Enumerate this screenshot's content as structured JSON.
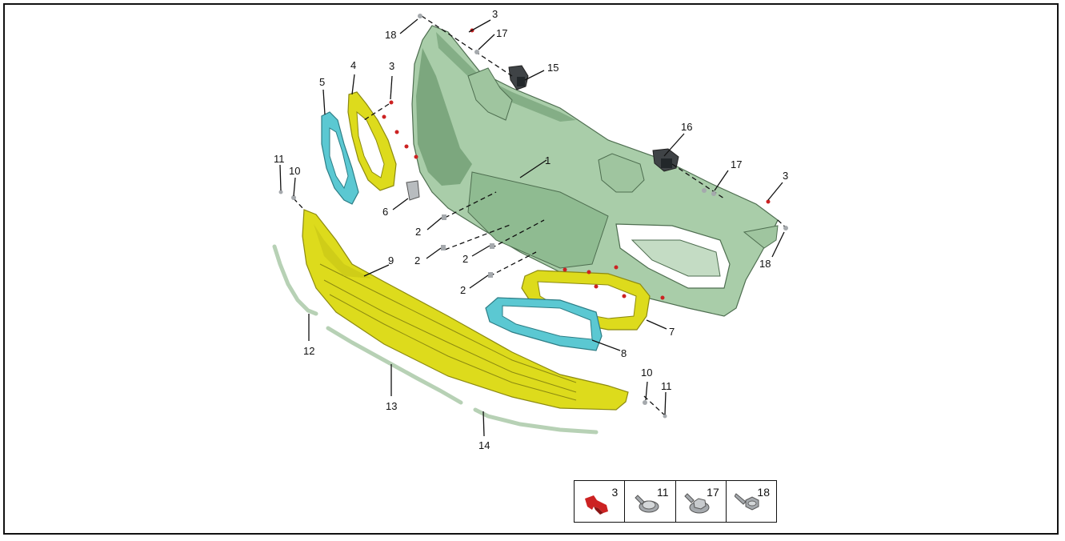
{
  "colors": {
    "bumper": "#a9cda9",
    "bumper_dark": "#6d9a70",
    "grille_yellow": "#dddb1c",
    "bezel_cyan": "#5bc8d2",
    "molding": "#b7d1b5",
    "fastener_red": "#cc2222",
    "fastener_grey": "#a5a9ad"
  },
  "callouts": [
    {
      "id": "c1",
      "label": "1"
    },
    {
      "id": "c2a",
      "label": "2"
    },
    {
      "id": "c2b",
      "label": "2"
    },
    {
      "id": "c2c",
      "label": "2"
    },
    {
      "id": "c2d",
      "label": "2"
    },
    {
      "id": "c3a",
      "label": "3"
    },
    {
      "id": "c3b",
      "label": "3"
    },
    {
      "id": "c3c",
      "label": "3"
    },
    {
      "id": "c4",
      "label": "4"
    },
    {
      "id": "c5",
      "label": "5"
    },
    {
      "id": "c6",
      "label": "6"
    },
    {
      "id": "c7",
      "label": "7"
    },
    {
      "id": "c8",
      "label": "8"
    },
    {
      "id": "c9",
      "label": "9"
    },
    {
      "id": "c10a",
      "label": "10"
    },
    {
      "id": "c10b",
      "label": "10"
    },
    {
      "id": "c11a",
      "label": "11"
    },
    {
      "id": "c11b",
      "label": "11"
    },
    {
      "id": "c12",
      "label": "12"
    },
    {
      "id": "c13",
      "label": "13"
    },
    {
      "id": "c14",
      "label": "14"
    },
    {
      "id": "c15",
      "label": "15"
    },
    {
      "id": "c16",
      "label": "16"
    },
    {
      "id": "c17a",
      "label": "17"
    },
    {
      "id": "c17b",
      "label": "17"
    },
    {
      "id": "c18a",
      "label": "18"
    },
    {
      "id": "c18b",
      "label": "18"
    }
  ],
  "legend": [
    {
      "label": "3",
      "icon": "red-push-clip-icon"
    },
    {
      "label": "11",
      "icon": "screw-icon"
    },
    {
      "label": "17",
      "icon": "flange-bolt-icon"
    },
    {
      "label": "18",
      "icon": "bolt-icon"
    }
  ]
}
